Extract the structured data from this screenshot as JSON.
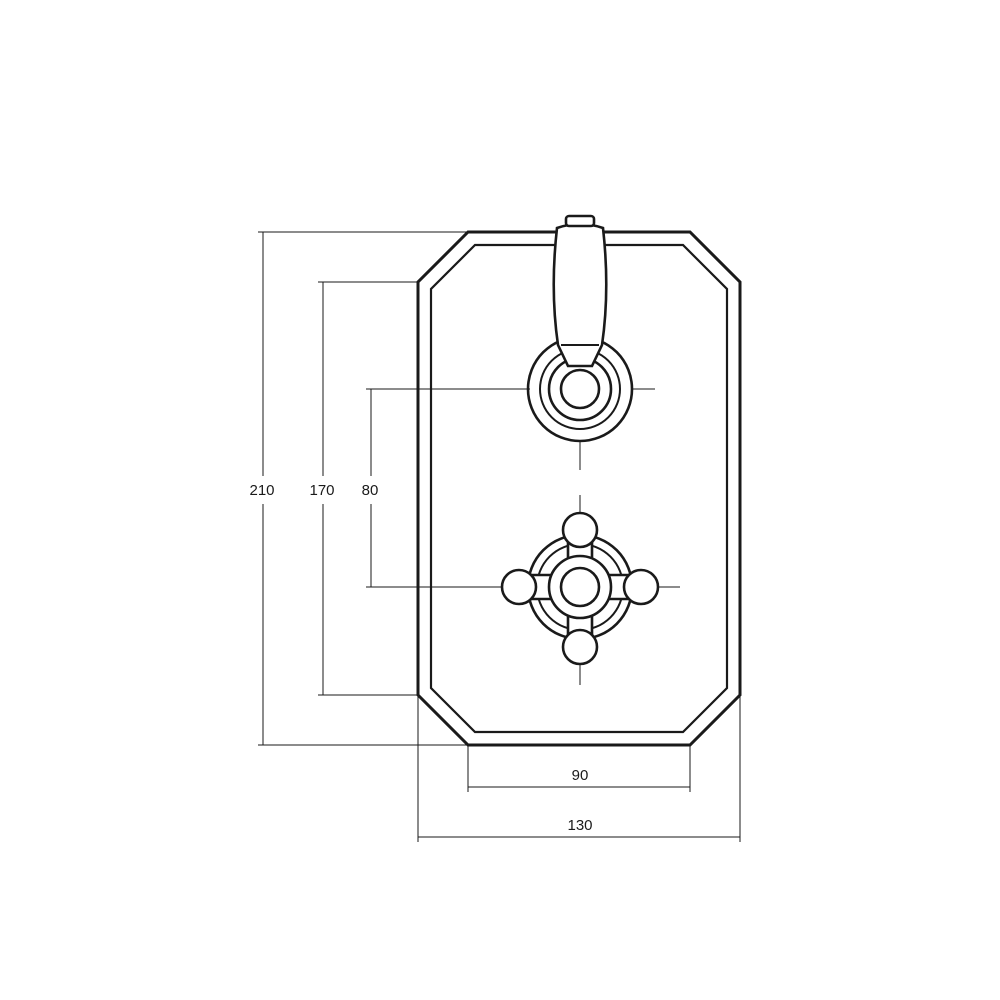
{
  "dimensions": {
    "height_total": "210",
    "height_plate": "170",
    "center_spacing": "80",
    "width_inner": "90",
    "width_total": "130"
  }
}
